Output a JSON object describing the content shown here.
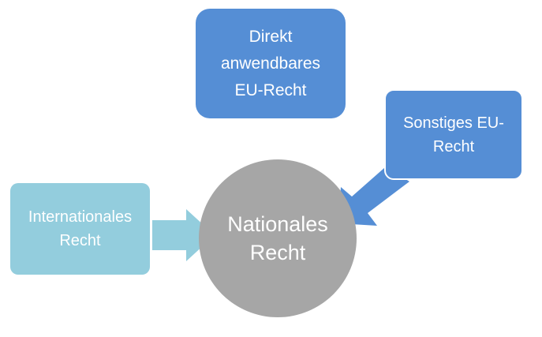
{
  "diagram": {
    "nodes": {
      "direkt": {
        "lines": [
          "Direkt",
          "anwendbares",
          "EU-Recht"
        ],
        "color": "#558ed5"
      },
      "sonstiges": {
        "lines": [
          "Sonstiges EU-",
          "Recht"
        ],
        "color": "#558ed5"
      },
      "international": {
        "lines": [
          "Internationales",
          "Recht"
        ],
        "color": "#93cddd"
      },
      "national": {
        "lines": [
          "Nationales",
          "Recht"
        ],
        "color": "#a6a6a6"
      }
    },
    "edges": [
      {
        "from": "international",
        "to": "national",
        "color": "#93cddd"
      },
      {
        "from": "sonstiges",
        "to": "national",
        "color": "#558ed5"
      }
    ]
  }
}
